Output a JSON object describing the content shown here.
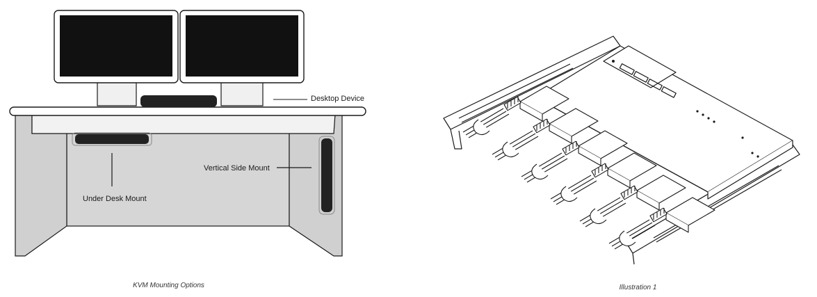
{
  "left_figure": {
    "labels": {
      "desktop_device": "Desktop Device",
      "vertical_side_mount": "Vertical Side Mount",
      "under_desk_mount": "Under Desk Mount"
    },
    "caption": "KVM Mounting Options"
  },
  "right_figure": {
    "caption": "Illustration 1"
  },
  "colors": {
    "ink": "#1a1a1a",
    "panel_gray": "#d9d9d9",
    "screen": "#111111",
    "device": "#222222"
  }
}
